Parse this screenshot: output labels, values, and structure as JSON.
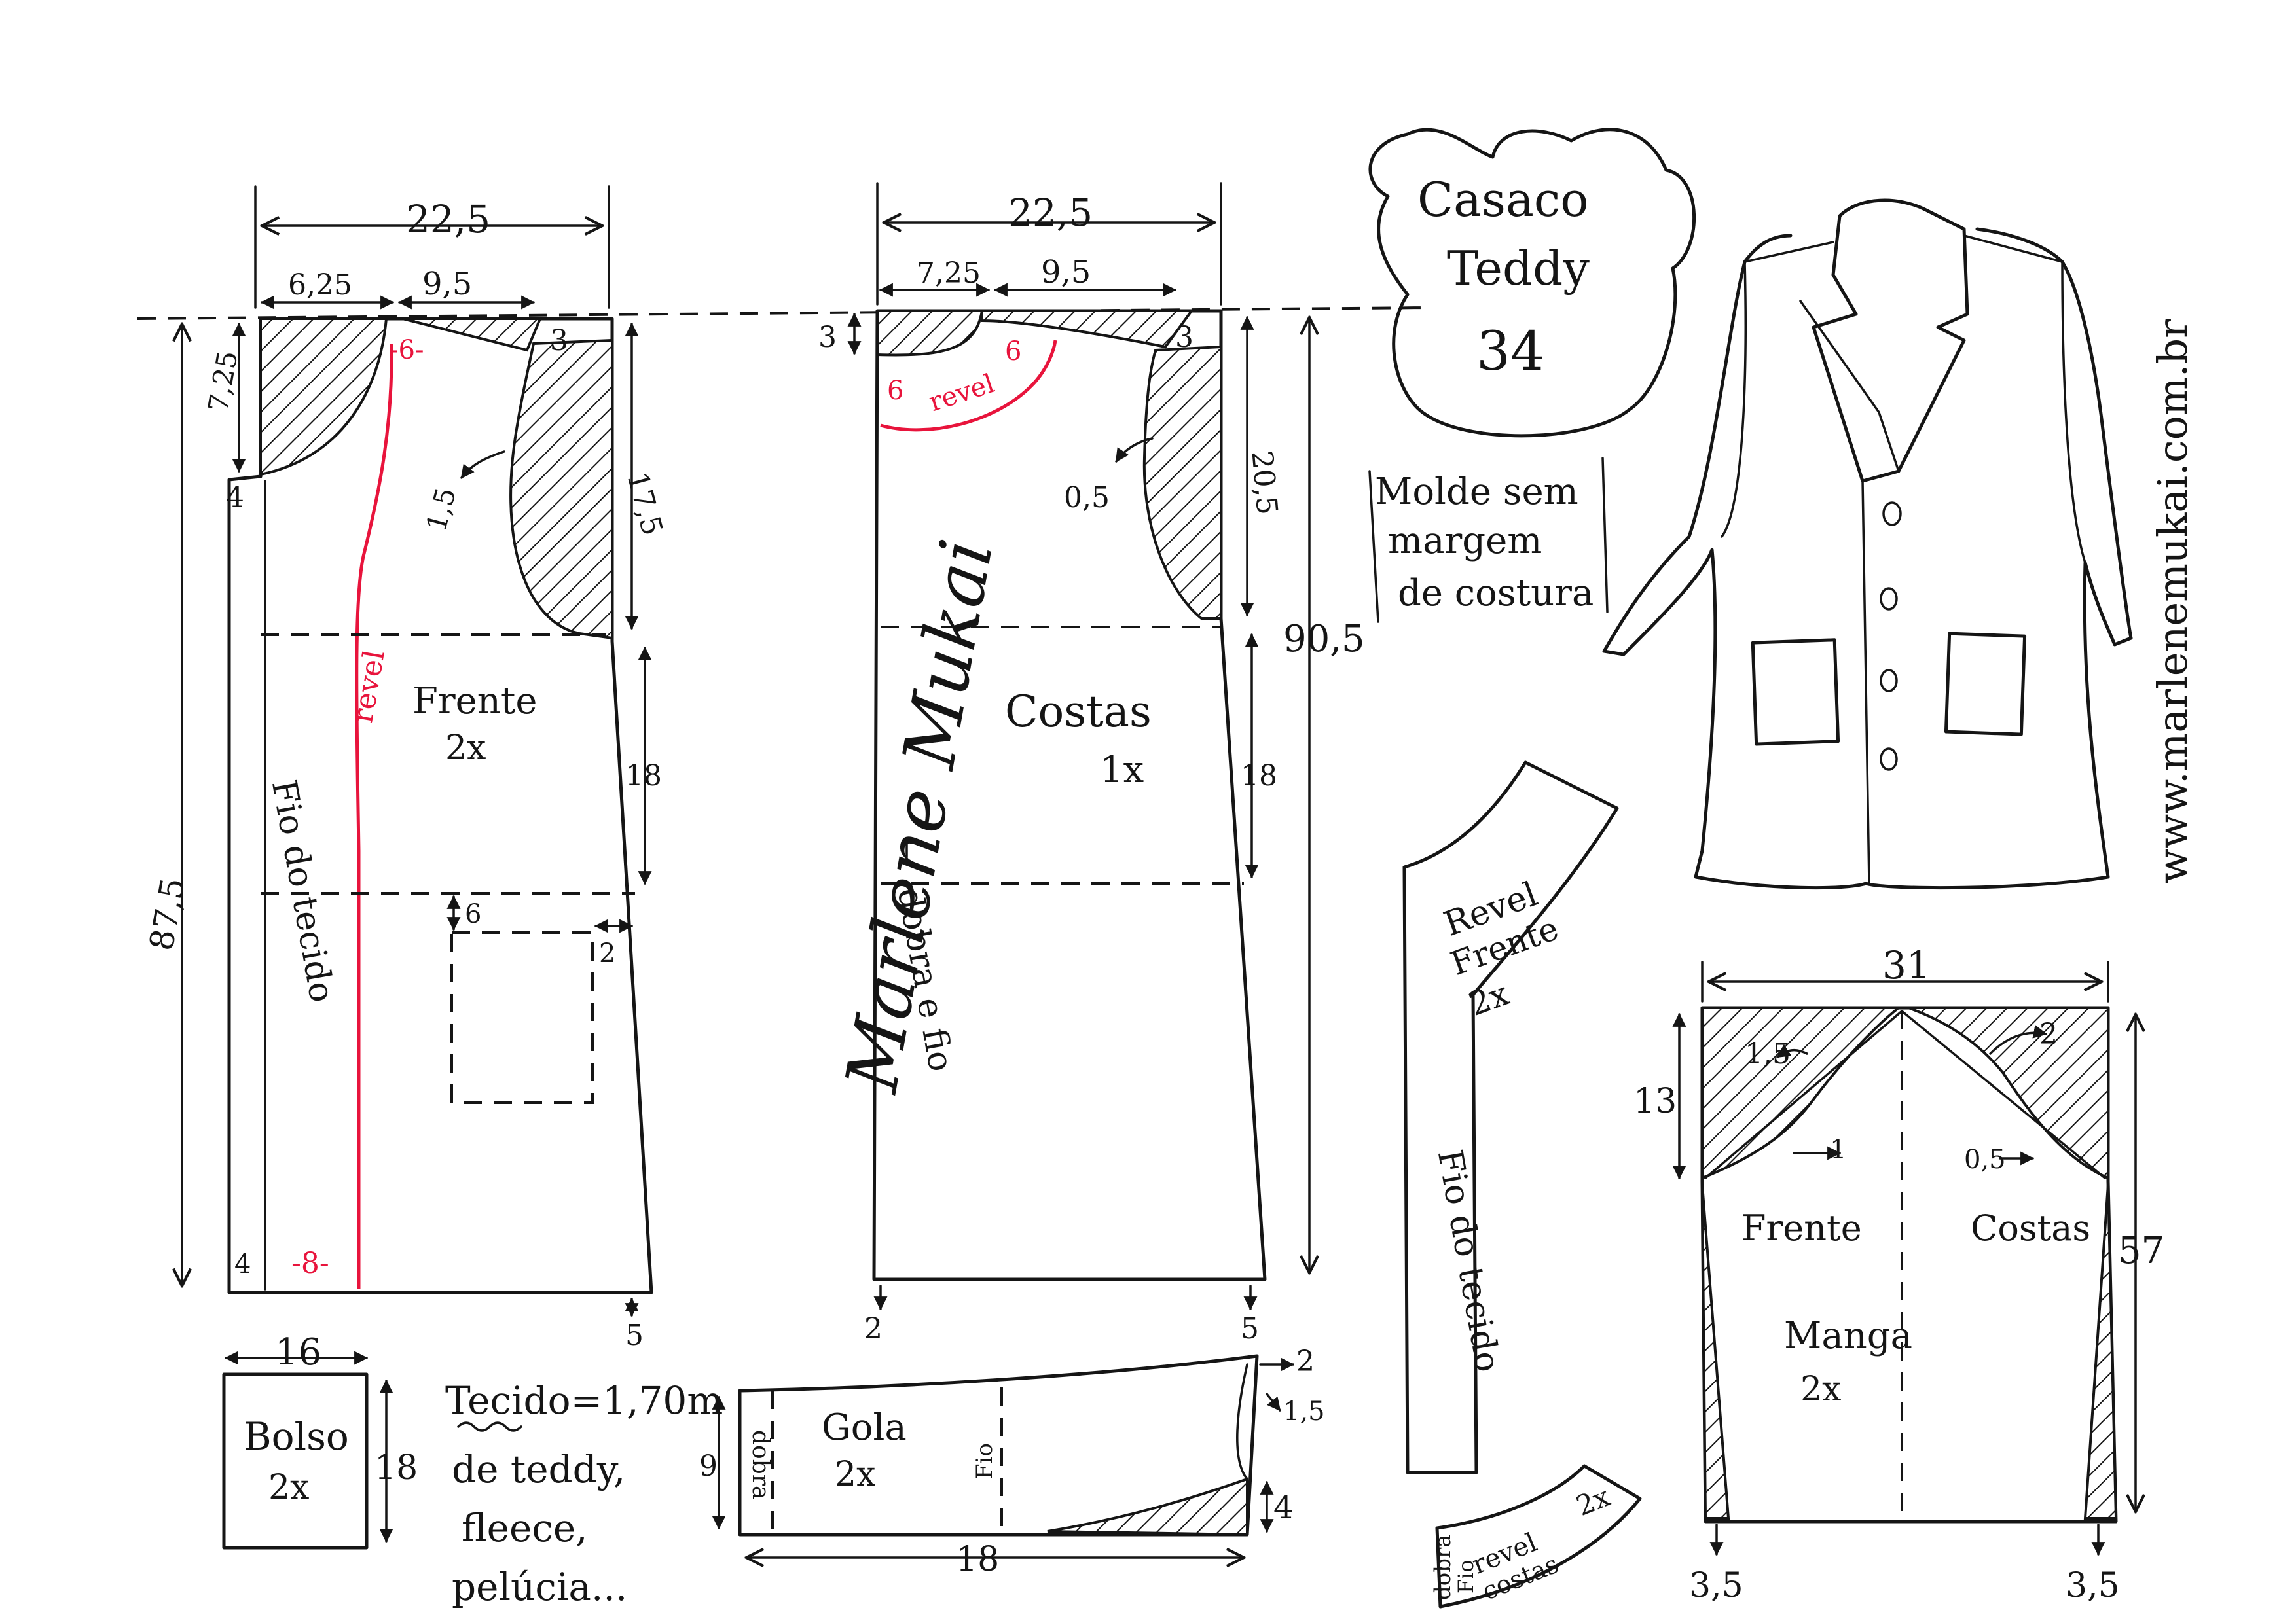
{
  "title": {
    "line1": "Casaco",
    "line2": "Teddy",
    "size": "34"
  },
  "note": {
    "line1": "Molde sem",
    "line2": "margem",
    "line3": "de costura"
  },
  "website": "www.marlenemukai.com.br",
  "signature": "Marlene Mukai",
  "fabric": {
    "line1": "Tecido=1,70m",
    "line2": "de teddy,",
    "line3": "fleece,",
    "line4": "pelúcia..."
  },
  "frente": {
    "name": "Frente",
    "qty": "2x",
    "grain": "Fio do tecido",
    "revel": "revel",
    "dim_width": "22,5",
    "dim_neck": "6,25",
    "dim_shoulder": "9,5",
    "dim_neck_depth": "7,25",
    "dim_4": "4",
    "dim_3": "3",
    "dim_6_red": "-6-",
    "dim_armhole_curve": "1,5",
    "dim_armhole_depth": "17,5",
    "dim_18": "18",
    "dim_length": "87,5",
    "dim_pocket_6": "6",
    "dim_pocket_2": "2",
    "dim_hem_4": "4",
    "dim_hem_8": "-8-",
    "dim_hem_5": "5"
  },
  "costas": {
    "name": "Costas",
    "qty": "1x",
    "fold": "dobra e fio",
    "revel": "revel",
    "dim_width": "22,5",
    "dim_neck": "7,25",
    "dim_shoulder": "9,5",
    "dim_3_left": "3",
    "dim_3_right": "3",
    "dim_6_red_a": "6",
    "dim_6_red_b": "6",
    "dim_armhole_curve": "0,5",
    "dim_armhole_depth": "20,5",
    "dim_length": "90,5",
    "dim_18": "18",
    "dim_hem_2": "2",
    "dim_hem_5": "5"
  },
  "bolso": {
    "name": "Bolso",
    "qty": "2x",
    "dim_width": "16",
    "dim_height": "18"
  },
  "gola": {
    "name": "Gola",
    "qty": "2x",
    "fold": "dobra",
    "grain": "Fio",
    "dim_height": "9",
    "dim_length": "18",
    "dim_2": "2",
    "dim_1_5": "1,5",
    "dim_4": "4"
  },
  "revel_frente": {
    "name": "Revel",
    "name2": "Frente",
    "qty": "2x",
    "grain": "Fio do tecido"
  },
  "revel_costas": {
    "name": "revel",
    "name2": "costas",
    "qty": "2x",
    "fold": "dobra",
    "grain": "Fio"
  },
  "manga": {
    "name": "Manga",
    "qty": "2x",
    "front": "Frente",
    "back": "Costas",
    "dim_width": "31",
    "dim_cap": "13",
    "dim_1_5": "1,5",
    "dim_2": "2",
    "dim_1": "1",
    "dim_0_5": "0,5",
    "dim_length": "57",
    "dim_cuff_left": "3,5",
    "dim_cuff_right": "3,5"
  }
}
